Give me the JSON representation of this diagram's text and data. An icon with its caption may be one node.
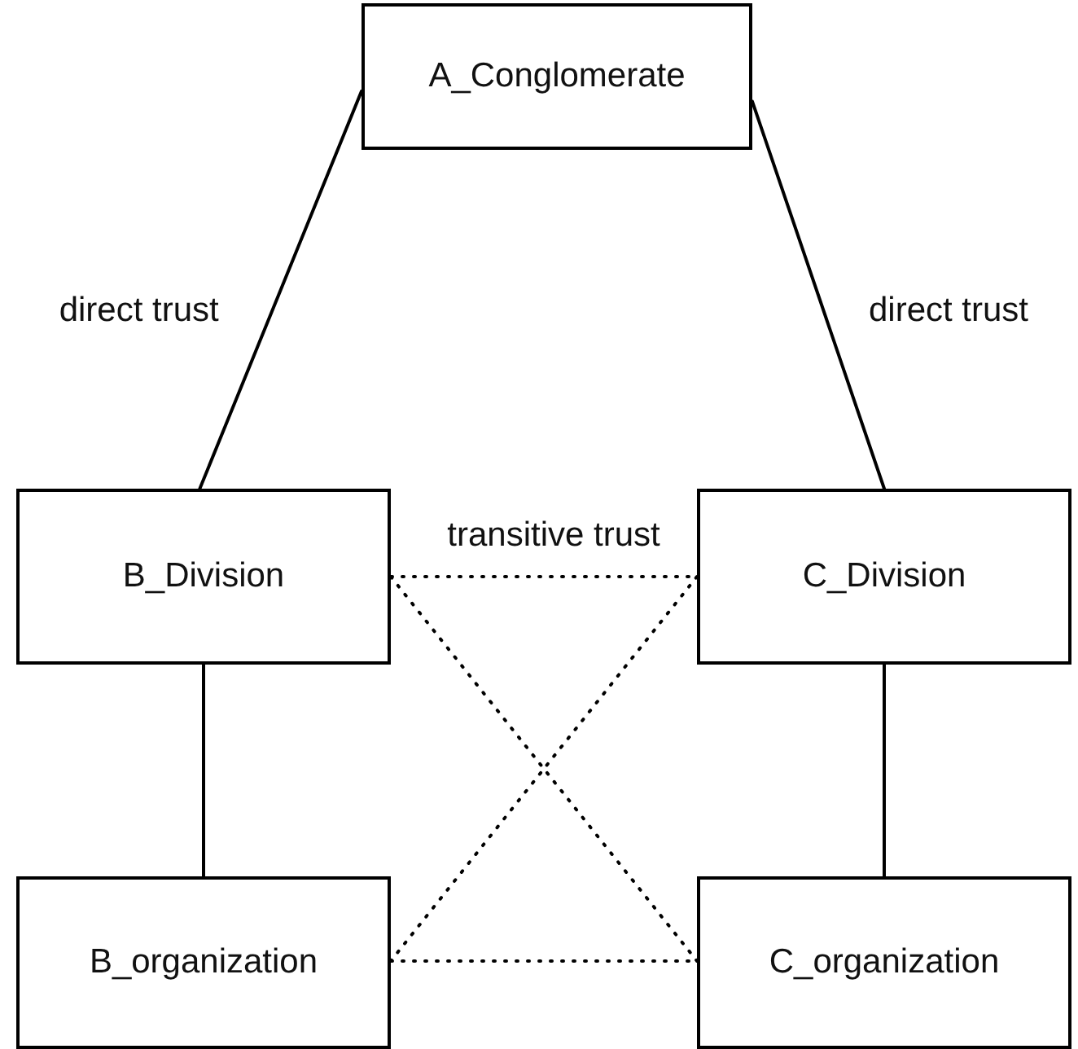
{
  "diagram": {
    "nodes": [
      {
        "text": [
          "A_Conglomerate"
        ]
      },
      {
        "text": [
          "B_Division"
        ]
      },
      {
        "text": [
          "C_Division"
        ]
      },
      {
        "text": [
          "B_organization"
        ]
      },
      {
        "text": [
          "C_organization"
        ]
      }
    ],
    "edges": [
      {
        "from": 0,
        "to": 1,
        "arrow": "none",
        "label": "direct trust"
      },
      {
        "from": 0,
        "to": 2,
        "arrow": "none",
        "label": "direct trust"
      },
      {
        "from": 1,
        "to": 3,
        "arrow": "none"
      },
      {
        "from": 2,
        "to": 4,
        "arrow": "none"
      },
      {
        "from": 1,
        "to": 2,
        "arrow": "none",
        "style": "dashed",
        "label": "transitive trust"
      },
      {
        "from": 1,
        "to": 4,
        "arrow": "none",
        "style": "dashed"
      },
      {
        "from": 2,
        "to": 3,
        "arrow": "none",
        "style": "dashed"
      },
      {
        "from": 3,
        "to": 4,
        "arrow": "none",
        "style": "dashed"
      }
    ]
  }
}
